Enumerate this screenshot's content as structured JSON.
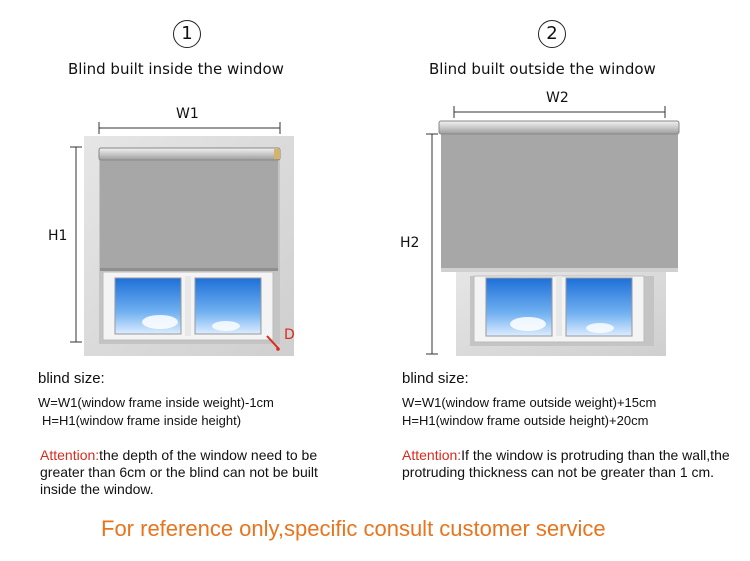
{
  "left": {
    "number": "1",
    "heading": "Blind built inside the window",
    "width_label": "W1",
    "height_label": "H1",
    "depth_label": "D",
    "size_title": "blind size:",
    "formula_w": "W=W1(window frame inside weight)-1cm",
    "formula_h": "H=H1(window frame inside height)",
    "attention_word": "Attention:",
    "attention_text": "the depth of the window need to be greater  than 6cm or the blind can not be built inside the window."
  },
  "right": {
    "number": "2",
    "heading": "Blind built outside the window",
    "width_label": "W2",
    "height_label": "H2",
    "size_title": "blind size:",
    "formula_w": "W=W1(window frame outside weight)+15cm",
    "formula_h": "H=H1(window frame outside height)+20cm",
    "attention_word": "Attention:",
    "attention_text": "If the window is protruding than the wall,the protruding thickness can not be greater than 1 cm."
  },
  "footer": "For reference only,specific consult customer service",
  "colors": {
    "blind": "#a7a7a7",
    "frame": "#d9d9d9",
    "attention": "#d92a1e",
    "footer": "#e8741e"
  }
}
